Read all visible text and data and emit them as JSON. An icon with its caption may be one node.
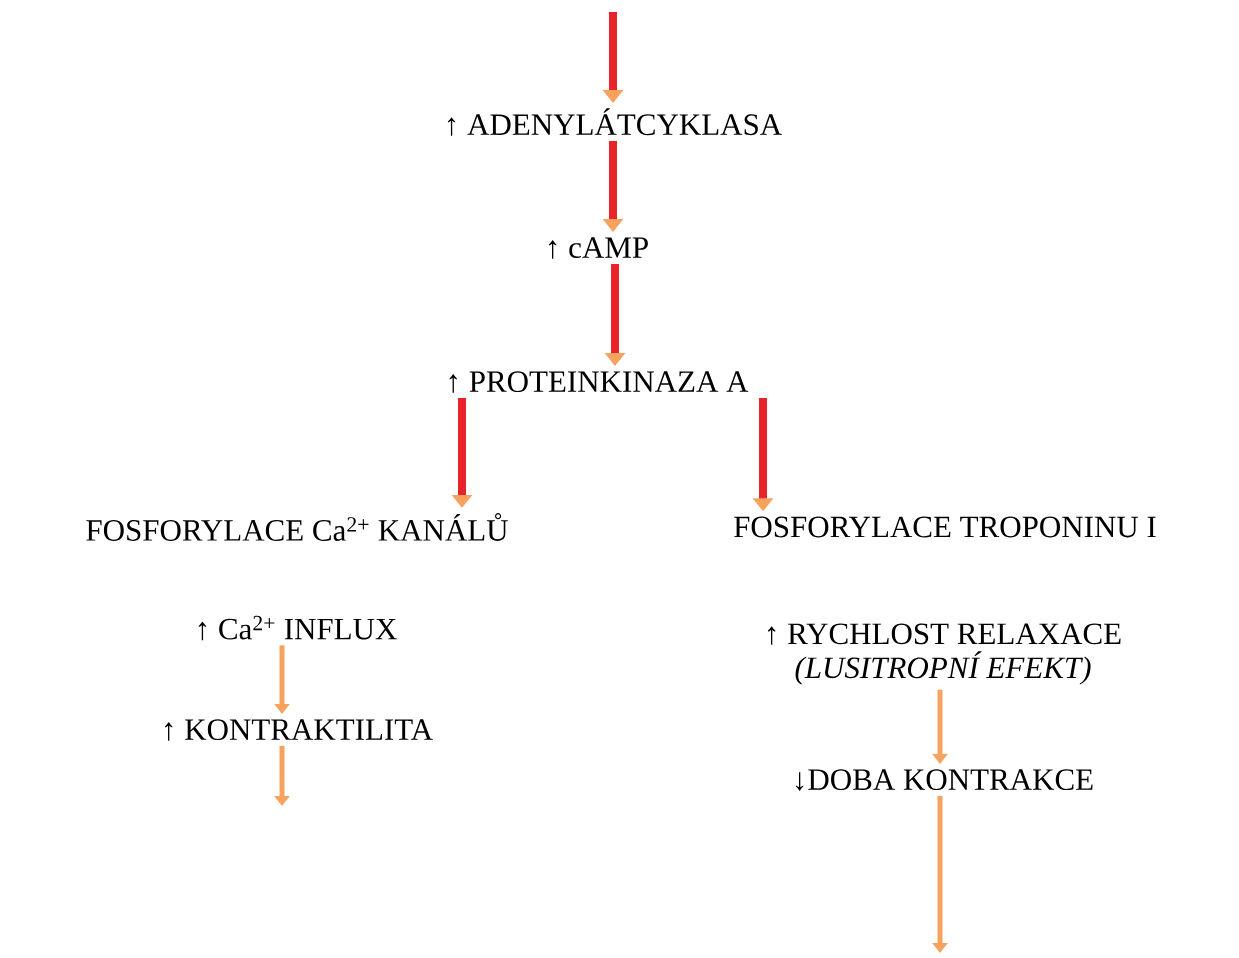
{
  "diagram": {
    "nodes": [
      {
        "text": [
          "↑ ADENYLÁTCYKLASA"
        ]
      },
      {
        "text": [
          "↑ cAMP"
        ]
      },
      {
        "text": [
          "↑  PROTEINKINAZA A"
        ]
      },
      {
        "text": [
          "FOSFORYLACE Ca$^{2+}$ KANÁLŮ"
        ]
      },
      {
        "text": [
          "FOSFORYLACE TROPONINU I"
        ]
      },
      {
        "text": [
          "↑ Ca$^{2+}$ INFLUX"
        ]
      },
      {
        "text": [
          "↑ KONTRAKTILITA"
        ]
      },
      {
        "text": [
          "↑ RYCHLOST RELAXACE",
          "(LUSITROPNÍ EFEKT)"
        ]
      },
      {
        "text": [
          "↓DOBA KONTRAKCE"
        ]
      }
    ],
    "edges": [
      {
        "from": null,
        "to": 0,
        "arrow": "to"
      },
      {
        "from": 0,
        "to": 1,
        "arrow": "to"
      },
      {
        "from": 1,
        "to": 2,
        "arrow": "to"
      },
      {
        "from": 2,
        "to": 3,
        "arrow": "to"
      },
      {
        "from": 2,
        "to": 4,
        "arrow": "to"
      },
      {
        "from": 5,
        "to": 6,
        "arrow": "to",
        "color": "#f7a25e"
      },
      {
        "from": 6,
        "to": null,
        "arrow": "to",
        "color": "#f7a25e"
      },
      {
        "from": 7,
        "to": 8,
        "arrow": "to",
        "color": "#f7a25e"
      },
      {
        "from": 8,
        "to": null,
        "arrow": "to",
        "color": "#f7a25e"
      }
    ]
  }
}
